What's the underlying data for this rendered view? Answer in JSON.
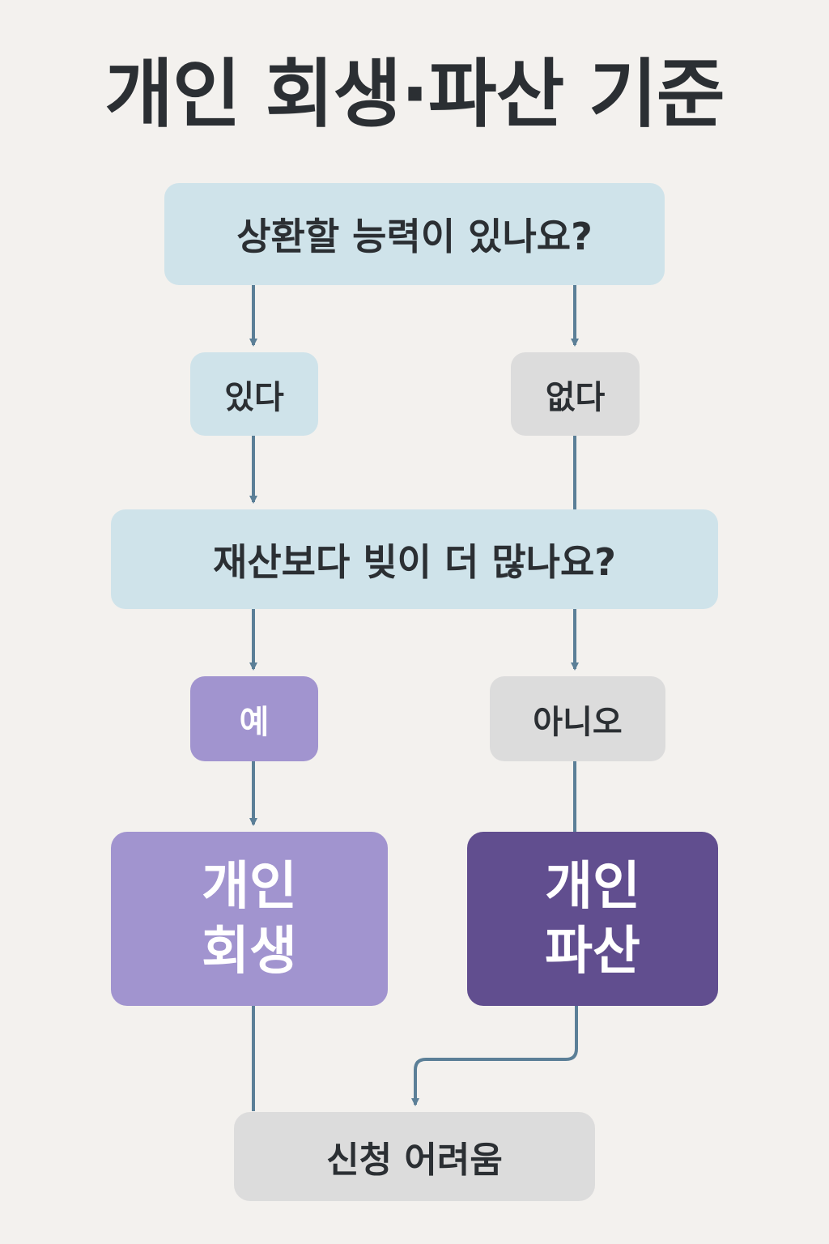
{
  "title": "개인 회생·파산 기준",
  "question1": "상환할 능력이 있나요?",
  "answer_yes_ability": "있다",
  "answer_no_ability": "없다",
  "question2": "재산보다 빚이 더 많나요?",
  "answer_yes": "예",
  "answer_no": "아니오",
  "result_rehabilitation": "개인\n회생",
  "result_bankruptcy": "개인\n파산",
  "result_difficult": "신청 어려움",
  "colors": {
    "background": "#f3f1ee",
    "question_box": "#cfe3ea",
    "neutral_box": "#dcdcdc",
    "light_purple": "#a194cf",
    "dark_purple": "#614e8f",
    "connector": "#5b7f97"
  }
}
